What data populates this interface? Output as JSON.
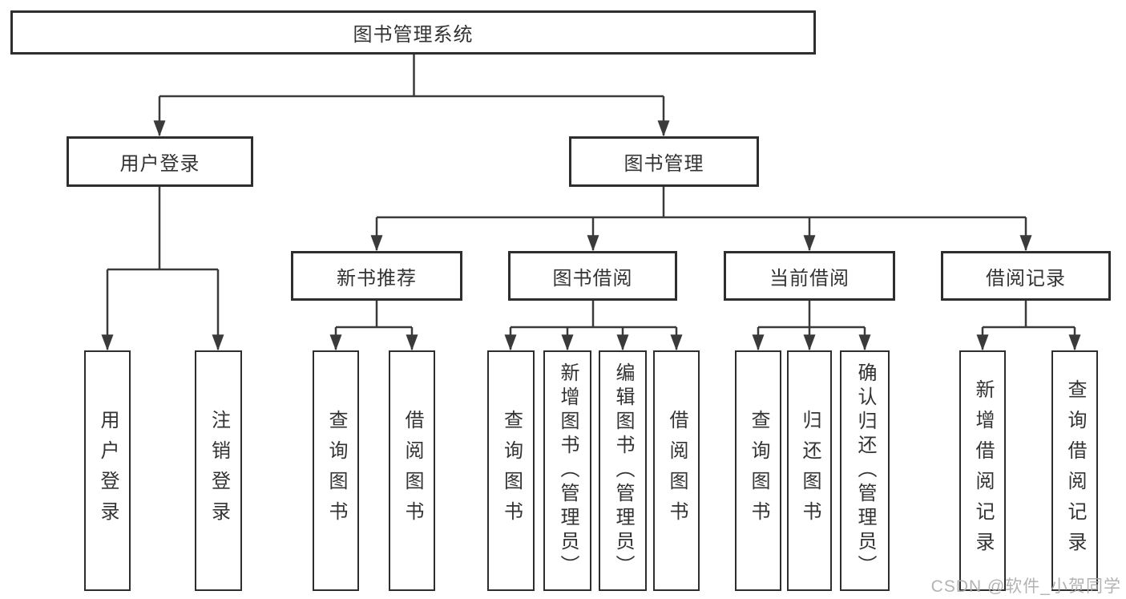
{
  "diagram": {
    "root": {
      "label": "图书管理系统"
    },
    "user_login": {
      "label": "用户登录",
      "children": [
        "用户登录",
        "注销登录"
      ]
    },
    "book_management": {
      "label": "图书管理"
    },
    "new_book": {
      "label": "新书推荐",
      "children": [
        "查询图书",
        "借阅图书"
      ]
    },
    "book_borrow": {
      "label": "图书借阅",
      "children": [
        "查询图书",
        "新增图书（管理员）",
        "编辑图书（管理员）",
        "借阅图书"
      ]
    },
    "current_borrow": {
      "label": "当前借阅",
      "children": [
        "查询图书",
        "归还图书",
        "确认归还（管理员）"
      ]
    },
    "borrow_record": {
      "label": "借阅记录",
      "children": [
        "新增借阅记录",
        "查询借阅记录"
      ]
    },
    "colors": {
      "line": "#3a3a3a",
      "border": "#2e2e2e",
      "text": "#333333",
      "watermark": "#ababab"
    },
    "watermark": "CSDN @软件_小贺同学"
  }
}
